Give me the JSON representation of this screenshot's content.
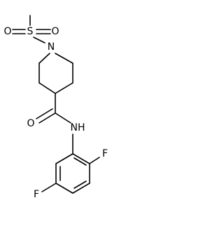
{
  "diagram": {
    "atoms": {
      "sulfur": "S",
      "sulfonyl_oxygen_left": "O",
      "sulfonyl_oxygen_right": "O",
      "piperidine_nitrogen": "N",
      "amide_oxygen": "O",
      "amide_nh": "NH",
      "fluorine_left": "F",
      "fluorine_right": "F"
    }
  }
}
